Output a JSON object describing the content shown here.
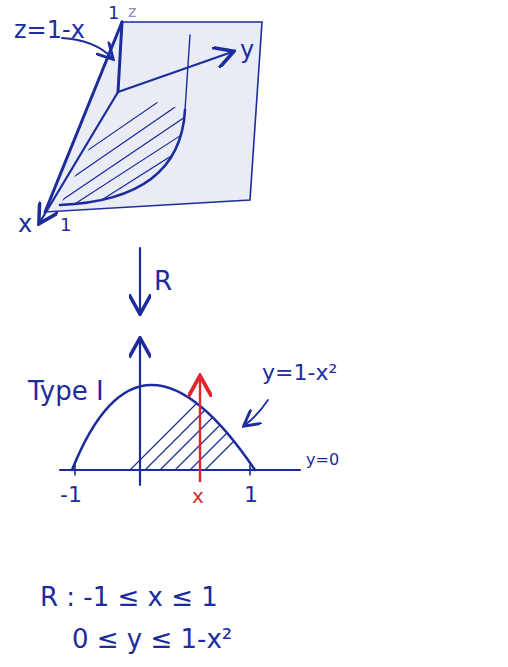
{
  "diagram": {
    "labels": [
      "1",
      "z",
      "z=1-x",
      "y",
      "x",
      "1",
      "R",
      "Type I",
      "y=1-x²",
      "y=0",
      "-1",
      "1",
      "x",
      "R : -1 ≤ x ≤ 1",
      "0 ≤ y ≤ 1-x²"
    ]
  }
}
